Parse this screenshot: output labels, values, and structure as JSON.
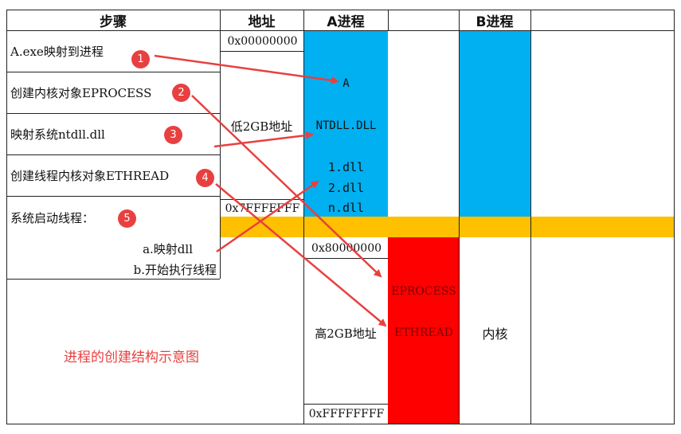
{
  "headers": {
    "steps": "步骤",
    "address": "地址",
    "proc_a": "A进程",
    "proc_b": "B进程"
  },
  "steps": [
    {
      "label": "A.exe映射到进程",
      "badge": "1"
    },
    {
      "label": "创建内核对象EPROCESS",
      "badge": "2"
    },
    {
      "label": "映射系统ntdll.dll",
      "badge": "3"
    },
    {
      "label": "创建线程内核对象ETHREAD",
      "badge": "4"
    },
    {
      "label": "系统启动线程：",
      "badge": "5"
    }
  ],
  "substeps": [
    "a.映射dll",
    "b.开始执行线程"
  ],
  "addresses": {
    "low_start": "0x00000000",
    "low_label": "低2GB地址",
    "low_end": "0x7FFFFFFF",
    "high_start": "0x80000000",
    "high_label": "高2GB地址",
    "high_end": "0xFFFFFFFF"
  },
  "proc_a_user": {
    "exe": "A",
    "ntdll": "NTDLL.DLL",
    "dlls": [
      "1.dll",
      "2.dll",
      "n.dll"
    ]
  },
  "kernel": {
    "eprocess": "EPROCESS",
    "ethread": "ETHREAD",
    "label": "内核"
  },
  "caption": "进程的创建结构示意图",
  "colors": {
    "user_space": "#00b0f0",
    "divider": "#ffc000",
    "kernel_objects": "#ff0000",
    "arrow": "#e84040",
    "badge": "#e84040",
    "caption": "#e84040"
  }
}
